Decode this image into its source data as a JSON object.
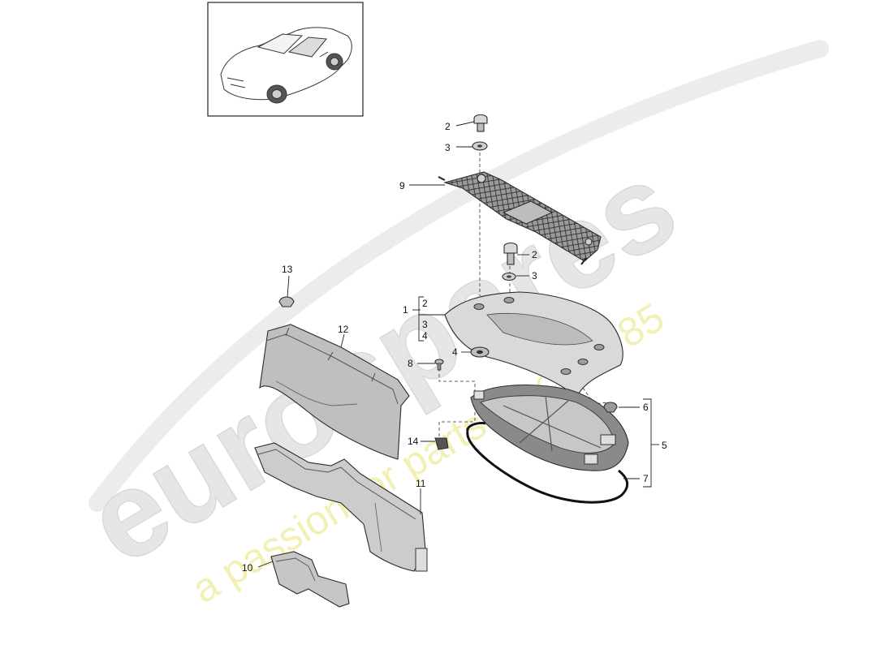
{
  "watermark": {
    "brand": "eurospares",
    "tagline": "a passion for parts since 1985",
    "brand_color": "#e4e4e4",
    "tagline_color": "#f1efb0"
  },
  "callouts": {
    "n1": "1",
    "n2a": "2",
    "n2b": "2",
    "n2c": "2",
    "n3a": "3",
    "n3b": "3",
    "n3c": "3",
    "n4a": "4",
    "n4b": "4",
    "n5": "5",
    "n6": "6",
    "n7": "7",
    "n8": "8",
    "n9": "9",
    "n10": "10",
    "n11": "11",
    "n12": "12",
    "n13": "13",
    "n14": "14"
  },
  "icons": {
    "thumbnail": "car-convertible-icon"
  }
}
